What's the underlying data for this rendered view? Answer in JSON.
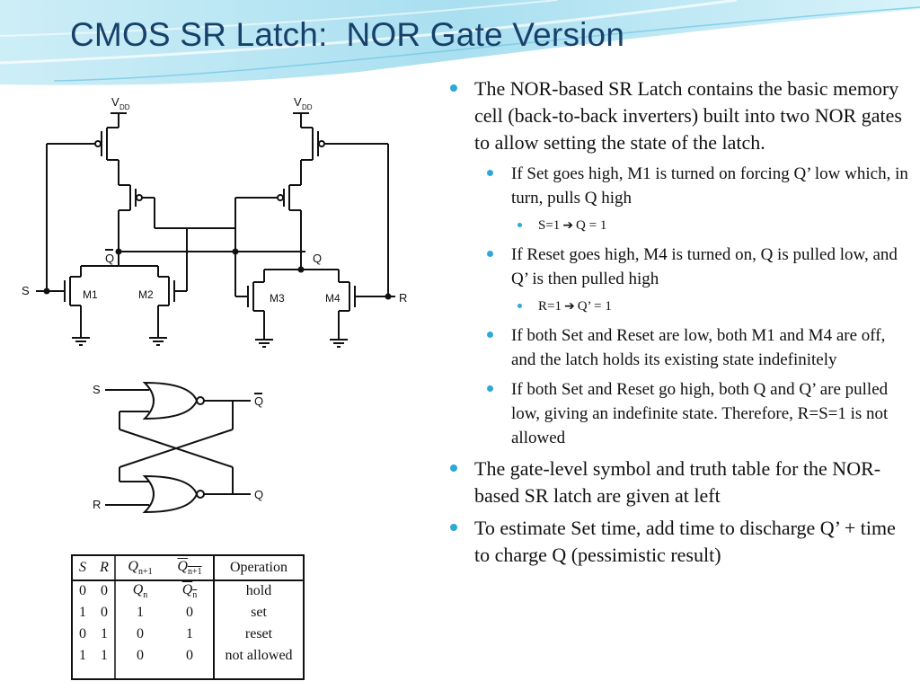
{
  "title": "CMOS SR Latch:  NOR Gate Version",
  "colors": {
    "title": "#17406a",
    "bullet": "#2ea8d6",
    "header_wave": "#a9dff0"
  },
  "circuit": {
    "vdd_left": "V",
    "vdd_left_sub": "DD",
    "vdd_right": "V",
    "vdd_right_sub": "DD",
    "qbar": "Q",
    "q": "Q",
    "s": "S",
    "r": "R",
    "m1": "M1",
    "m2": "M2",
    "m3": "M3",
    "m4": "M4"
  },
  "gate_diagram": {
    "s": "S",
    "r": "R",
    "qbar": "Q",
    "q": "Q"
  },
  "truth_table": {
    "headers": {
      "s": "S",
      "r": "R",
      "qn1": "Q",
      "qn1_sub": "n+1",
      "qn1bar": "Q",
      "qn1bar_sub": "n+1",
      "op": "Operation"
    },
    "rows": [
      {
        "s": "0",
        "r": "0",
        "q": "Q",
        "q_sub": "n",
        "qb": "Q",
        "qb_sub": "n",
        "op": "hold"
      },
      {
        "s": "1",
        "r": "0",
        "q": "1",
        "q_sub": "",
        "qb": "0",
        "qb_sub": "",
        "op": "set"
      },
      {
        "s": "0",
        "r": "1",
        "q": "0",
        "q_sub": "",
        "qb": "1",
        "qb_sub": "",
        "op": "reset"
      },
      {
        "s": "1",
        "r": "1",
        "q": "0",
        "q_sub": "",
        "qb": "0",
        "qb_sub": "",
        "op": "not allowed"
      }
    ]
  },
  "bullets": [
    {
      "level": 1,
      "text": "The NOR-based SR Latch contains the basic memory cell (back-to-back inverters) built into two NOR gates to allow setting the state of the latch."
    },
    {
      "level": 2,
      "text": "If Set goes high, M1 is turned on forcing Q’ low which, in turn, pulls Q high"
    },
    {
      "level": 3,
      "pre": "S=1",
      "post": "Q = 1"
    },
    {
      "level": 2,
      "text": "If Reset goes high, M4 is turned on, Q is pulled low, and Q’ is then pulled high"
    },
    {
      "level": 3,
      "pre": "R=1",
      "post": "Q’ = 1"
    },
    {
      "level": 2,
      "text": "If both Set and Reset are low, both M1 and M4 are off, and the latch holds its existing state indefinitely"
    },
    {
      "level": 2,
      "text": "If both Set and Reset go high, both Q and Q’ are pulled low, giving an indefinite state. Therefore, R=S=1 is not allowed"
    },
    {
      "level": 1,
      "text": "The gate-level symbol and truth table for the NOR-based SR latch are given at left"
    },
    {
      "level": 1,
      "text": "To estimate Set time, add time to discharge Q’ + time to charge Q (pessimistic result)"
    }
  ]
}
